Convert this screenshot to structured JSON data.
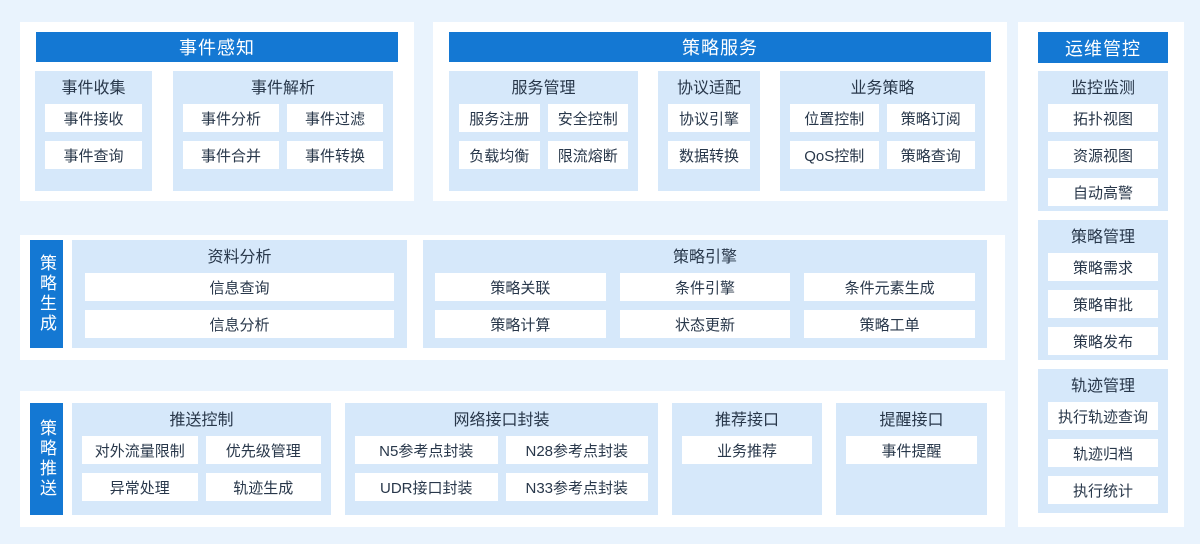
{
  "colors": {
    "page_bg": "#e9f3fd",
    "panel_bg": "#ffffff",
    "block_bg": "#d6e8fa",
    "accent_blue": "#1478d3",
    "text": "#28374a"
  },
  "panels": {
    "event": {
      "title": "事件感知",
      "blocks": [
        {
          "title": "事件收集",
          "items": [
            "事件接收",
            "事件查询"
          ]
        },
        {
          "title": "事件解析",
          "items": [
            "事件分析",
            "事件过滤",
            "事件合并",
            "事件转换"
          ]
        }
      ]
    },
    "service": {
      "title": "策略服务",
      "blocks": [
        {
          "title": "服务管理",
          "items": [
            "服务注册",
            "安全控制",
            "负载均衡",
            "限流熔断"
          ]
        },
        {
          "title": "协议适配",
          "items": [
            "协议引擎",
            "数据转换"
          ]
        },
        {
          "title": "业务策略",
          "items": [
            "位置控制",
            "策略订阅",
            "QoS控制",
            "策略查询"
          ]
        }
      ]
    },
    "generate": {
      "label": "策略生成",
      "blocks": [
        {
          "title": "资料分析",
          "items": [
            "信息查询",
            "信息分析"
          ]
        },
        {
          "title": "策略引擎",
          "items": [
            "策略关联",
            "条件引擎",
            "条件元素生成",
            "策略计算",
            "状态更新",
            "策略工单"
          ]
        }
      ]
    },
    "push": {
      "label": "策略推送",
      "blocks": [
        {
          "title": "推送控制",
          "items": [
            "对外流量限制",
            "优先级管理",
            "异常处理",
            "轨迹生成"
          ]
        },
        {
          "title": "网络接口封装",
          "items": [
            "N5参考点封装",
            "N28参考点封装",
            "UDR接口封装",
            "N33参考点封装"
          ]
        },
        {
          "title": "推荐接口",
          "items": [
            "业务推荐"
          ]
        },
        {
          "title": "提醒接口",
          "items": [
            "事件提醒"
          ]
        }
      ]
    },
    "ops": {
      "title": "运维管控",
      "blocks": [
        {
          "title": "监控监测",
          "items": [
            "拓扑视图",
            "资源视图",
            "自动高警"
          ]
        },
        {
          "title": "策略管理",
          "items": [
            "策略需求",
            "策略审批",
            "策略发布"
          ]
        },
        {
          "title": "轨迹管理",
          "items": [
            "执行轨迹查询",
            "轨迹归档",
            "执行统计"
          ]
        }
      ]
    }
  }
}
